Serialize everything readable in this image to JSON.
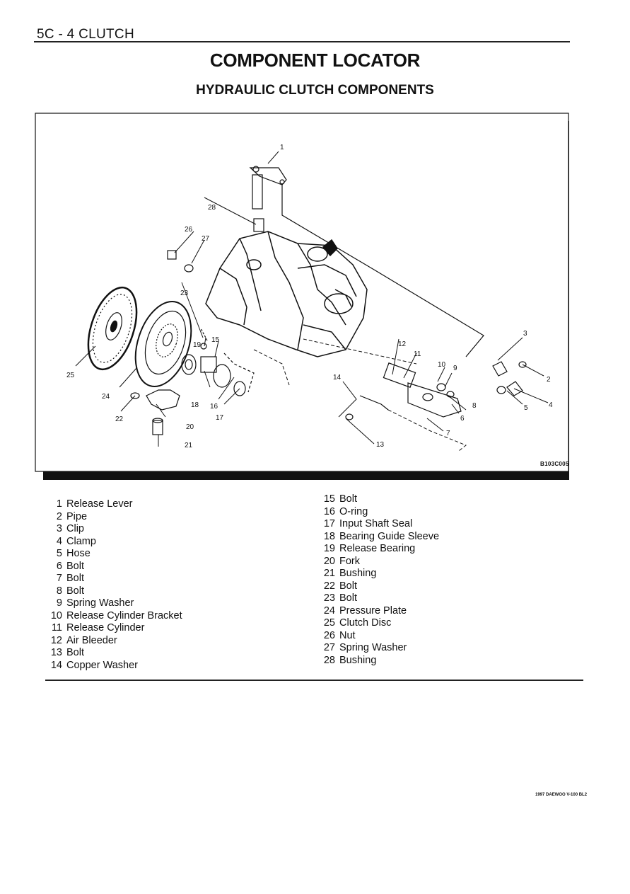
{
  "header": {
    "section": "5C - 4  CLUTCH"
  },
  "title": "COMPONENT LOCATOR",
  "subtitle": "HYDRAULIC CLUTCH COMPONENTS",
  "figure": {
    "code": "B103C005",
    "callouts": [
      "1",
      "2",
      "3",
      "4",
      "5",
      "6",
      "7",
      "8",
      "9",
      "10",
      "11",
      "12",
      "13",
      "14",
      "15",
      "16",
      "17",
      "18",
      "19",
      "20",
      "21",
      "22",
      "23",
      "24",
      "25",
      "26",
      "27",
      "28"
    ]
  },
  "legend": {
    "left": [
      {
        "num": "1",
        "label": "Release Lever"
      },
      {
        "num": "2",
        "label": "Pipe"
      },
      {
        "num": "3",
        "label": "Clip"
      },
      {
        "num": "4",
        "label": "Clamp"
      },
      {
        "num": "5",
        "label": "Hose"
      },
      {
        "num": "6",
        "label": "Bolt"
      },
      {
        "num": "7",
        "label": "Bolt"
      },
      {
        "num": "8",
        "label": "Bolt"
      },
      {
        "num": "9",
        "label": "Spring Washer"
      },
      {
        "num": "10",
        "label": "Release Cylinder Bracket"
      },
      {
        "num": "11",
        "label": "Release Cylinder"
      },
      {
        "num": "12",
        "label": "Air Bleeder"
      },
      {
        "num": "13",
        "label": "Bolt"
      },
      {
        "num": "14",
        "label": "Copper Washer"
      }
    ],
    "right": [
      {
        "num": "15",
        "label": "Bolt"
      },
      {
        "num": "16",
        "label": "O-ring"
      },
      {
        "num": "17",
        "label": "Input Shaft Seal"
      },
      {
        "num": "18",
        "label": "Bearing Guide Sleeve"
      },
      {
        "num": "19",
        "label": "Release Bearing"
      },
      {
        "num": "20",
        "label": "Fork"
      },
      {
        "num": "21",
        "label": "Bushing"
      },
      {
        "num": "22",
        "label": "Bolt"
      },
      {
        "num": "23",
        "label": "Bolt"
      },
      {
        "num": "24",
        "label": "Pressure Plate"
      },
      {
        "num": "25",
        "label": "Clutch Disc"
      },
      {
        "num": "26",
        "label": "Nut"
      },
      {
        "num": "27",
        "label": "Spring Washer"
      },
      {
        "num": "28",
        "label": "Bushing"
      }
    ]
  },
  "footer": {
    "text": "1997 DAEWOO V-100 BL2"
  }
}
